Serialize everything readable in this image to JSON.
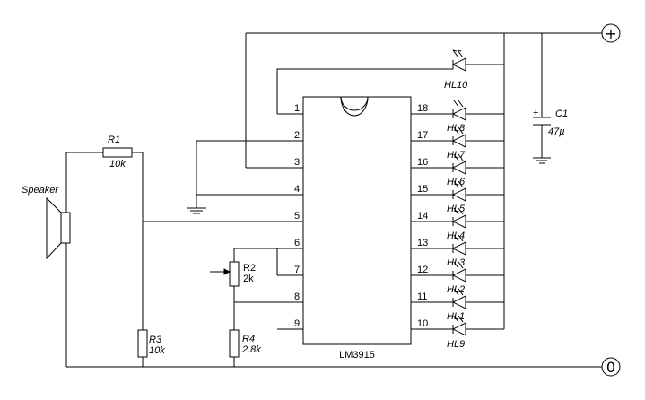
{
  "diagram": {
    "chip": {
      "name": "LM3915"
    },
    "left_pins": [
      "1",
      "2",
      "3",
      "4",
      "5",
      "6",
      "7",
      "8",
      "9"
    ],
    "right_pins": [
      "18",
      "17",
      "16",
      "15",
      "14",
      "13",
      "12",
      "11",
      "10"
    ],
    "components": {
      "speaker": "Speaker",
      "r1_name": "R1",
      "r1_value": "10k",
      "r2_name": "R2",
      "r2_value": "2k",
      "r3_name": "R3",
      "r3_value": "10k",
      "r4_name": "R4",
      "r4_value": "2.8k",
      "c1_name": "C1",
      "c1_value": "47µ"
    },
    "leds": {
      "top": "HL10",
      "bottom": "HL9",
      "partial": [
        "HL8",
        "HL7",
        "HL6",
        "HL5",
        "HL4",
        "HL3",
        "HL2",
        "HL1"
      ]
    },
    "terminals": {
      "plus": "+",
      "ground": "0"
    }
  }
}
